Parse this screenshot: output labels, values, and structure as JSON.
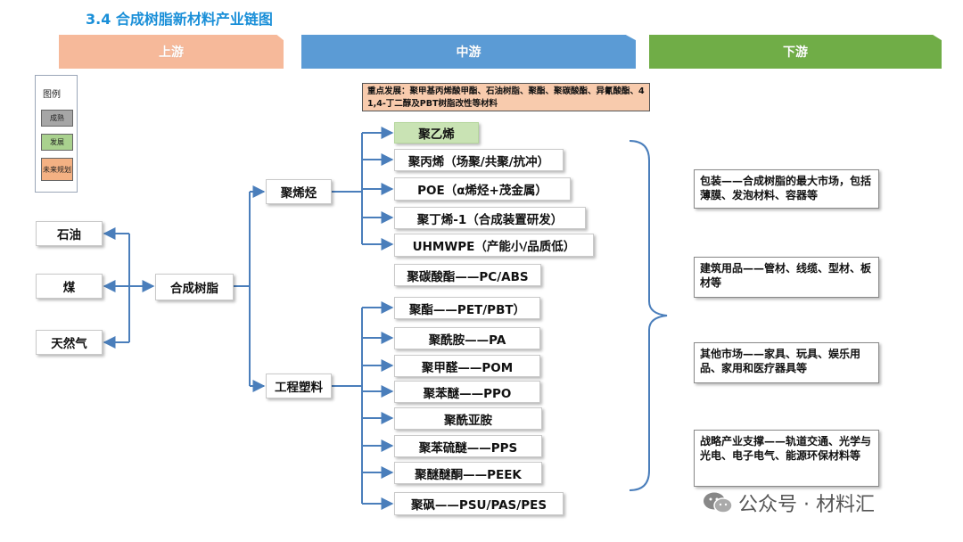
{
  "title": "3.4  合成树脂新材料产业链图",
  "stages": {
    "upstream": "上游",
    "midstream": "中游",
    "downstream": "下游"
  },
  "colors": {
    "upstream": "#f6b99a",
    "midstream": "#5b9bd5",
    "downstream": "#70ad47",
    "mature": "#a6a6a6",
    "developing": "#a9d18e",
    "future": "#f4b183",
    "accent": "#1a8fd8"
  },
  "legend": {
    "title": "图例",
    "items": [
      {
        "label": "成熟",
        "color": "#a6a6a6"
      },
      {
        "label": "发展",
        "color": "#a9d18e"
      },
      {
        "label": "未来规划",
        "color": "#f4b183"
      }
    ]
  },
  "focus_note": "重点发展：聚甲基丙烯酸甲酯、石油树脂、聚酯、聚碳酸酯、异氰酸酯、4 1,4-丁二醇及PBT树脂改性等材料",
  "raw_materials": [
    "石油",
    "煤",
    "天然气"
  ],
  "hub": "合成树脂",
  "categories": {
    "polyolefin": "聚烯烃",
    "engineering": "工程塑料"
  },
  "polyolefin_products": [
    "聚乙烯",
    "聚丙烯（场聚/共聚/抗冲）",
    "POE（α烯烃+茂金属）",
    "聚丁烯-1（合成装置研发）",
    "UHMWPE（产能小/品质低）"
  ],
  "polycarbonate": "聚碳酸酯——PC/ABS",
  "engineering_products": [
    "聚酯——PET/PBT）",
    "聚酰胺——PA",
    "聚甲醛——POM",
    "聚苯醚——PPO",
    "聚酰亚胺",
    "聚苯硫醚——PPS",
    "聚醚醚酮——PEEK",
    "聚砜——PSU/PAS/PES"
  ],
  "markets": [
    "包装——合成树脂的最大市场，包括薄膜、发泡材料、容器等",
    "建筑用品——管材、线缆、型材、板材等",
    "其他市场——家具、玩具、娱乐用品、家用和医疗器具等",
    "战略产业支撑——轨道交通、光学与光电、电子电气、能源环保材料等"
  ],
  "watermark": "公众号 · 材料汇"
}
